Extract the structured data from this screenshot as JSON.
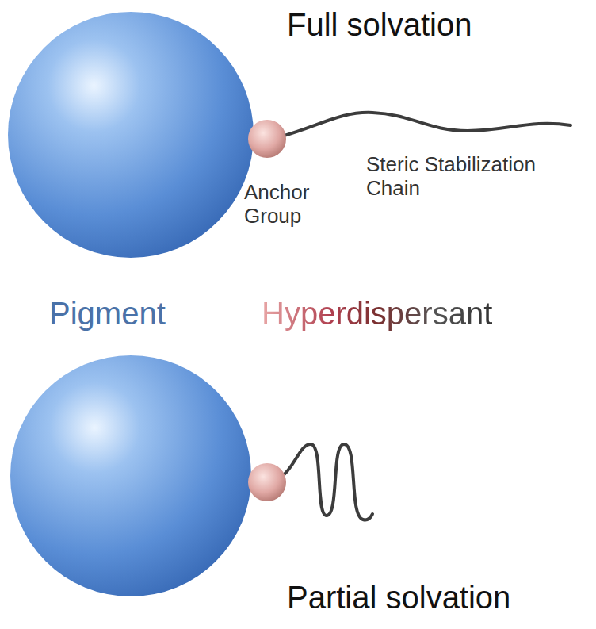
{
  "diagram": {
    "labels": [
      "Full solvation",
      "Anchor Group",
      "Steric Stabilization Chain",
      "Pigment",
      "Hyperdispersant",
      "Partial solvation"
    ]
  }
}
